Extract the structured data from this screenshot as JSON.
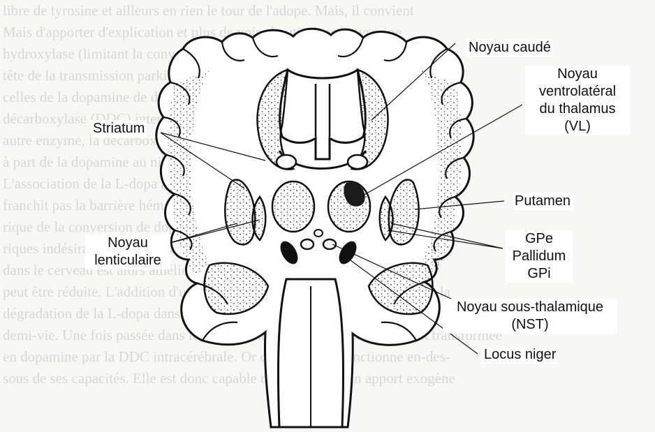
{
  "labels": {
    "noyau_caude": "Noyau caudé",
    "vl_line1": "Noyau",
    "vl_line2": "ventrolatéral",
    "vl_line3": "du thalamus",
    "vl_line4": "(VL)",
    "striatum": "Striatum",
    "putamen": "Putamen",
    "lenticulaire_line1": "Noyau",
    "lenticulaire_line2": "lenticulaire",
    "gpe": "GPe",
    "pallidum": "Pallidum",
    "gpi": "GPi",
    "nst_line1": "Noyau sous-thalamique",
    "nst_line2": "(NST)",
    "locus_niger": "Locus niger"
  },
  "background_text": [
    "libre de tyrosine et ailleurs en rien le tour de l'adope. Mais, il convient",
    "Mais d'apporter d'explication et plus de voir aboutir dans le tyrosine",
    "hydroxylase (limitant la conversion de la dopa en) Cela est à prendre en",
    "tête de la transmission parkinsonienne dans la sous-phase périphérique, un",
    "celles de la dopamine de dopamine par voie intraveineuse, la dopa-",
    "décarboxylase (DDC) intervenant plus ou moins réalisée ensuite par une",
    "autre enzyme, la décarboxylase intervenant ensuite à l'intérieur aussi",
    "à part de la dopamine au niveau de la décarboxylase encéphalique.",
    "L'association de la L-dopa à un inhibiteur de la DDC (IDDC) qui lui ne",
    "franchit pas la barrière hémato-encéphalique permet une réduction périphé-",
    "rique de la conversion de dopa en dopamine et diminue les effets périphé-",
    "riques indésirables de la dopamine. Par ailleurs, la biodisponibilité sur le",
    "dans le cerveau est alors améliorée et la dose de L-dopa",
    "peut être réduite. L'addition d'un inhibiteur de la COMT permet de limiter la",
    "dégradation de la L-dopa dans le système nerveux et d'améliorer sa",
    "demi-vie. Une fois passée dans le système nerveux central, la L-dopa est transformée",
    "en dopamine par la DDC intracérébrale. Or cette enzyme fonctionne en-des-",
    "sous de ses capacités. Elle est donc capable de faire face à un apport exogène"
  ]
}
